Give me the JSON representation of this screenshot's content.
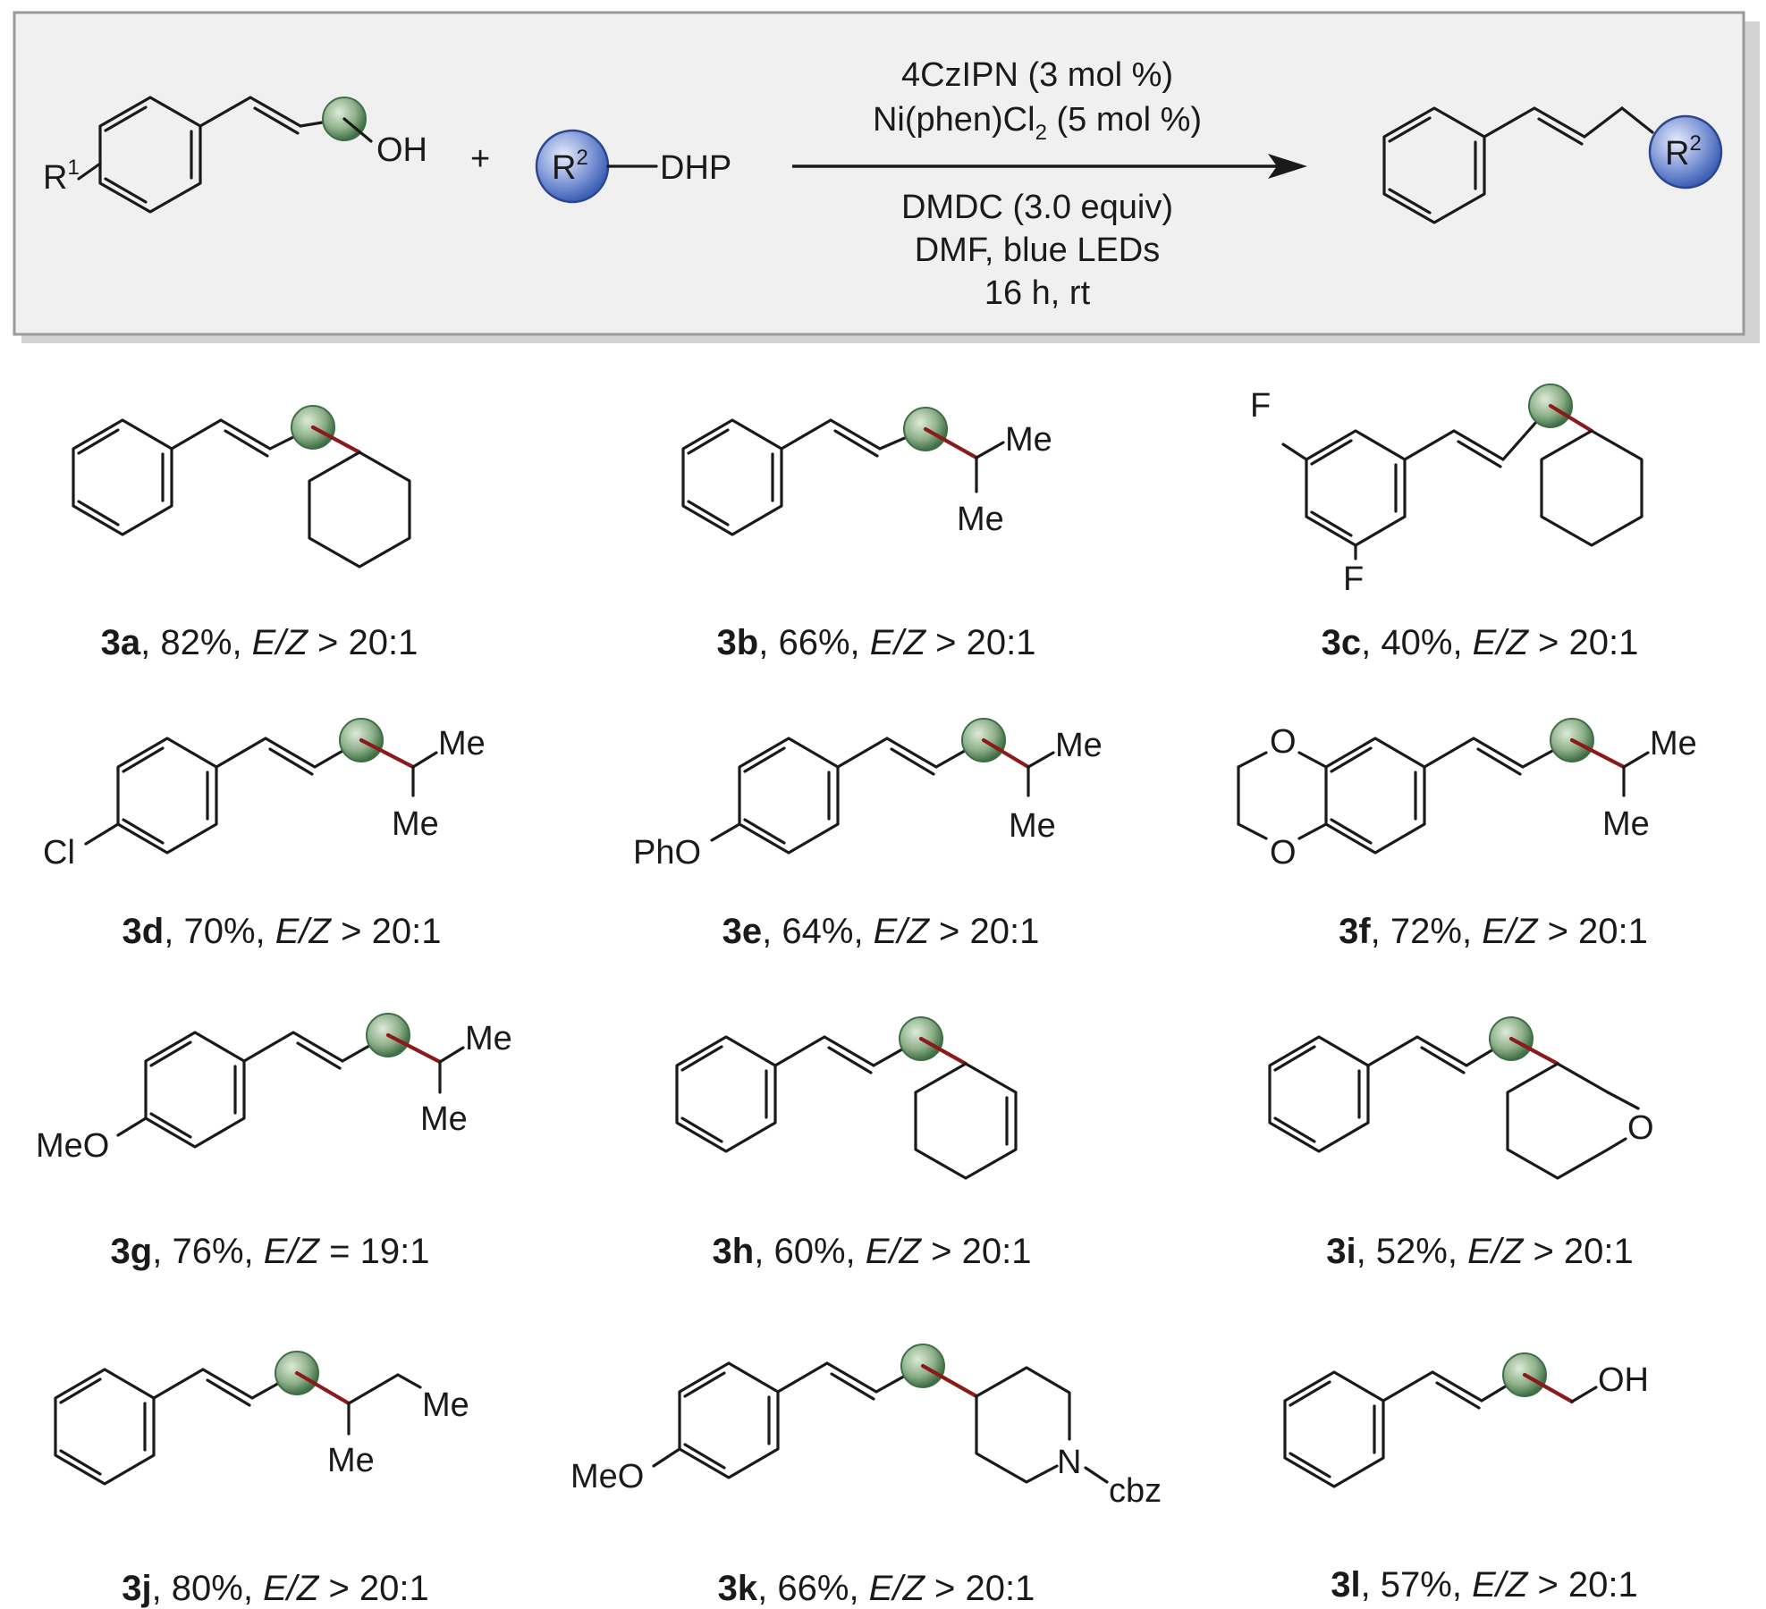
{
  "reaction": {
    "reagent_left": {
      "r1_symbol": "R",
      "r1_sup": "1",
      "hydroxyl": "OH"
    },
    "plus": "+",
    "reagent_right": {
      "r2_symbol": "R",
      "r2_sup": "2",
      "dhp": "DHP"
    },
    "conditions": {
      "catalyst1": "4CzIPN (3 mol %)",
      "catalyst2_pre": "Ni(phen)Cl",
      "catalyst2_sub": "2",
      "catalyst2_post": " (5 mol %)",
      "additive": "DMDC (3.0 equiv)",
      "solvent_light": "DMF,  blue LEDs",
      "time_temp": "16 h, rt"
    },
    "product": {
      "r2_symbol": "R",
      "r2_sup": "2"
    }
  },
  "compounds": [
    {
      "id": "3a",
      "yield": "82%",
      "ez_label": "E/Z",
      "ez_value": "> 20:1",
      "subs": []
    },
    {
      "id": "3b",
      "yield": "66%",
      "ez_label": "E/Z",
      "ez_value": "> 20:1",
      "subs": [
        "Me",
        "Me"
      ]
    },
    {
      "id": "3c",
      "yield": "40%",
      "ez_label": "E/Z",
      "ez_value": "> 20:1",
      "subs": [
        "F",
        "F"
      ]
    },
    {
      "id": "3d",
      "yield": "70%",
      "ez_label": "E/Z",
      "ez_value": "> 20:1",
      "subs": [
        "Cl",
        "Me",
        "Me"
      ]
    },
    {
      "id": "3e",
      "yield": "64%",
      "ez_label": "E/Z",
      "ez_value": "> 20:1",
      "subs": [
        "PhO",
        "Me",
        "Me"
      ]
    },
    {
      "id": "3f",
      "yield": "72%",
      "ez_label": "E/Z",
      "ez_value": "> 20:1",
      "subs": [
        "O",
        "O",
        "Me",
        "Me"
      ]
    },
    {
      "id": "3g",
      "yield": "76%",
      "ez_label": "E/Z",
      "ez_value": "= 19:1",
      "subs": [
        "MeO",
        "Me",
        "Me"
      ]
    },
    {
      "id": "3h",
      "yield": "60%",
      "ez_label": "E/Z",
      "ez_value": "> 20:1",
      "subs": []
    },
    {
      "id": "3i",
      "yield": "52%",
      "ez_label": "E/Z",
      "ez_value": "> 20:1",
      "subs": [
        "O"
      ]
    },
    {
      "id": "3j",
      "yield": "80%",
      "ez_label": "E/Z",
      "ez_value": "> 20:1",
      "subs": [
        "Me",
        "Me"
      ]
    },
    {
      "id": "3k",
      "yield": "66%",
      "ez_label": "E/Z",
      "ez_value": "> 20:1",
      "subs": [
        "MeO",
        "N",
        "cbz"
      ]
    },
    {
      "id": "3l",
      "yield": "57%",
      "ez_label": "E/Z",
      "ez_value": "> 20:1",
      "subs": [
        "OH"
      ]
    }
  ],
  "colors": {
    "r2_sphere": "#3d5fb5",
    "radical_sphere": "#3f6f46",
    "new_bond": "#8b1a1a",
    "panel_bg": "#f0f0f0"
  }
}
